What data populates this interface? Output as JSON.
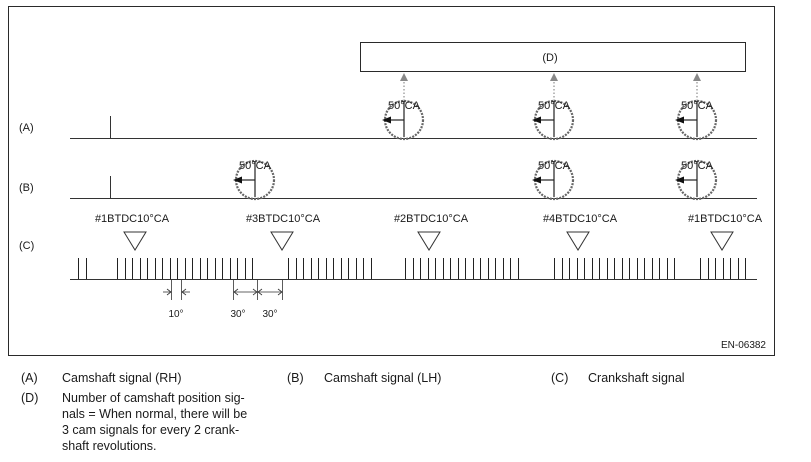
{
  "figure_code": "EN-06382",
  "row_labels": {
    "a": "(A)",
    "b": "(B)",
    "c": "(C)"
  },
  "box_label": "(D)",
  "cam_angle": "50°CA",
  "btdc_labels": [
    "#1BTDC10°CA",
    "#3BTDC10°CA",
    "#2BTDC10°CA",
    "#4BTDC10°CA",
    "#1BTDC10°CA"
  ],
  "dimensions": {
    "d1": "10°",
    "d2": "30°",
    "d3": "30°"
  },
  "legend": {
    "a_key": "(A)",
    "a_text": "Camshaft signal (RH)",
    "b_key": "(B)",
    "b_text": "Camshaft signal (LH)",
    "c_key": "(C)",
    "c_text": "Crankshaft signal",
    "d_key": "(D)",
    "d_lines": [
      "Number of camshaft position sig-",
      "nals = When normal, there will be",
      "3 cam signals for every 2 crank-",
      "shaft revolutions."
    ]
  }
}
